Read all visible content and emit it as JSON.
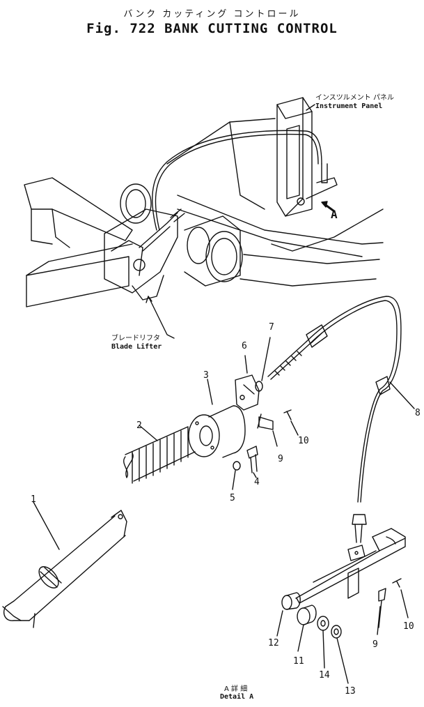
{
  "title": {
    "jp": "バンク カッティング コントロール",
    "en": "Fig. 722 BANK CUTTING CONTROL"
  },
  "labels": {
    "instrument_panel_jp": "インスツルメント パネル",
    "instrument_panel_en": "Instrument Panel",
    "blade_lifter_jp": "ブレードリフタ",
    "blade_lifter_en": "Blade Lifter",
    "view_arrow": "A",
    "detail_jp": "A 詳 細",
    "detail_en": "Detail A"
  },
  "callouts": [
    "1",
    "2",
    "3",
    "4",
    "5",
    "6",
    "7",
    "8",
    "9",
    "10",
    "9",
    "10",
    "11",
    "12",
    "13",
    "14"
  ]
}
